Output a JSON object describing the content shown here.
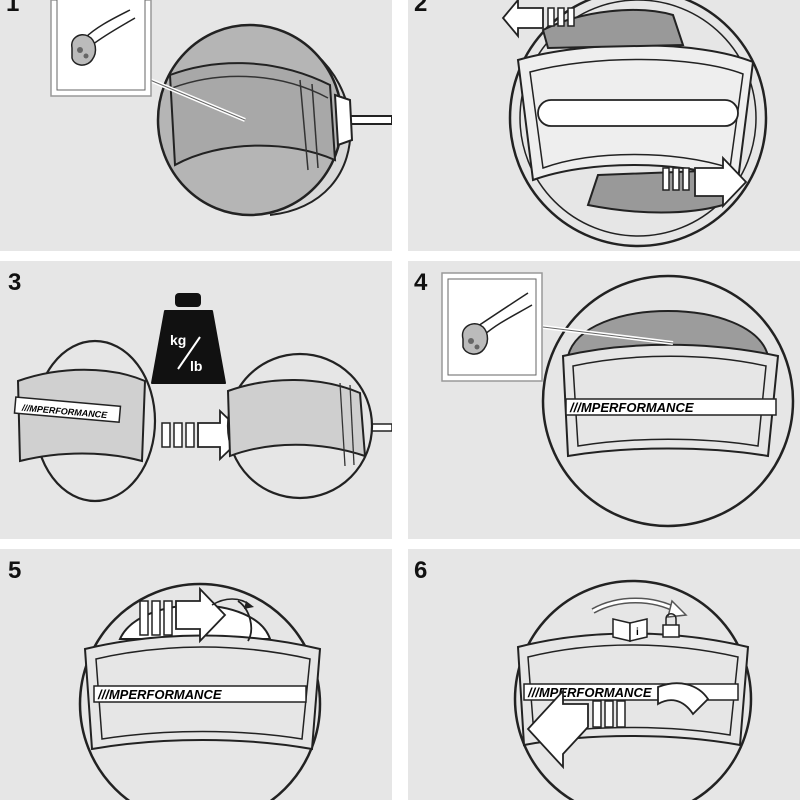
{
  "steps": [
    {
      "number": "1"
    },
    {
      "number": "2"
    },
    {
      "number": "3",
      "weight_label_top": "kg",
      "weight_label_bottom": "lb"
    },
    {
      "number": "4",
      "badge_text": "///MPERFORMANCE"
    },
    {
      "number": "5",
      "badge_text": "///MPERFORMANCE"
    },
    {
      "number": "6",
      "badge_text": "///MPERFORMANCE"
    }
  ],
  "colors": {
    "panel_bg": "#e6e6e6",
    "cap_grey": "#b5b5b5",
    "line": "#222222",
    "weight": "#111111"
  },
  "icons": [
    "hand-cleaning-icon",
    "hand-cleaning-icon",
    "weight-icon",
    "arrow-icon",
    "book-info-icon",
    "lock-icon"
  ]
}
